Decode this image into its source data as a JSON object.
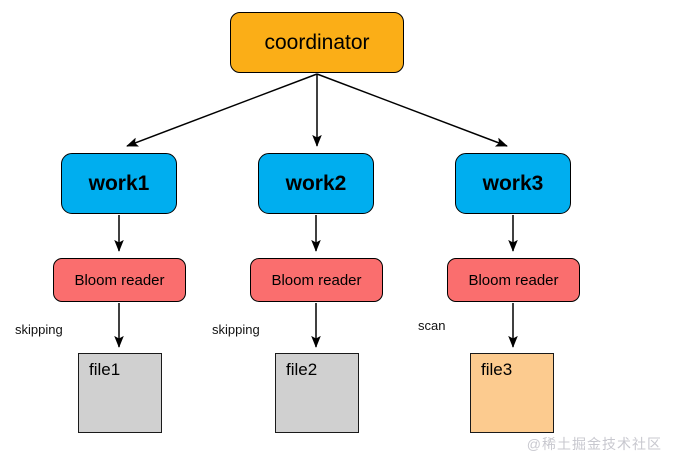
{
  "diagram": {
    "title": "coordinator-worker bloom filter scan flow",
    "colors": {
      "coordinator": "#fbae17",
      "worker": "#00aeef",
      "bloom": "#fa6e6e",
      "file_skipped": "#d0d0d0",
      "file_scanned": "#fccb8f",
      "edge": "#000000",
      "border": "#000000",
      "watermark": "#c8c8cf"
    },
    "coordinator": {
      "label": "coordinator"
    },
    "columns": [
      {
        "worker": "work1",
        "bloom": "Bloom reader",
        "edge_label": "skipping",
        "file": "file1",
        "file_state": "skipped"
      },
      {
        "worker": "work2",
        "bloom": "Bloom reader",
        "edge_label": "skipping",
        "file": "file2",
        "file_state": "skipped"
      },
      {
        "worker": "work3",
        "bloom": "Bloom reader",
        "edge_label": "scan",
        "file": "file3",
        "file_state": "scanned"
      }
    ],
    "watermark": "@稀土掘金技术社区"
  }
}
